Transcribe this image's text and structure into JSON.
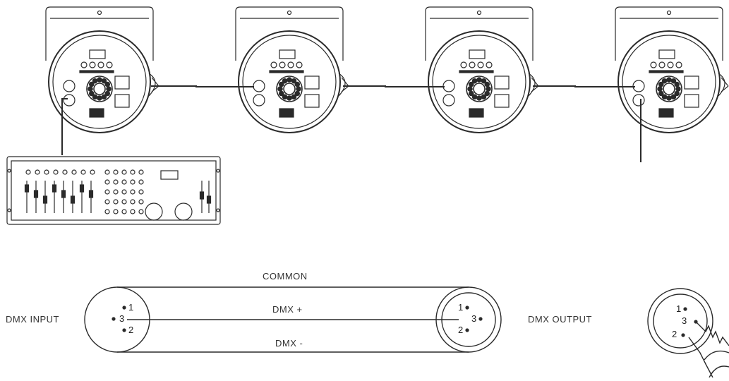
{
  "wiring": {
    "common_label": "COMMON",
    "dmx_plus_label": "DMX +",
    "dmx_minus_label": "DMX -",
    "input_label": "DMX INPUT",
    "output_label": "DMX OUTPUT"
  },
  "input_connector": {
    "pin1": "1",
    "pin2": "2",
    "pin3": "3"
  },
  "output_connector": {
    "pin1": "1",
    "pin2": "2",
    "pin3": "3"
  },
  "terminator_connector": {
    "pin1": "1",
    "pin2": "2",
    "pin3": "3"
  },
  "fixtures": [
    {
      "id": "fixture-1"
    },
    {
      "id": "fixture-2"
    },
    {
      "id": "fixture-3"
    },
    {
      "id": "fixture-4"
    }
  ],
  "colors": {
    "line": "#2a2a2a",
    "background": "#ffffff"
  }
}
